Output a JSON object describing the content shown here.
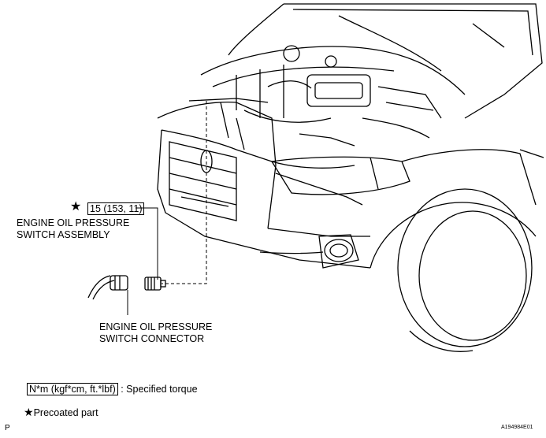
{
  "callouts": {
    "torque_value": "15 (153, 11)",
    "star_glyph": "★",
    "assembly_label_line1": "ENGINE OIL PRESSURE",
    "assembly_label_line2": "SWITCH ASSEMBLY",
    "connector_label_line1": "ENGINE OIL PRESSURE",
    "connector_label_line2": "SWITCH CONNECTOR"
  },
  "legend": {
    "torque_unit_box": "N*m (kgf*cm, ft.*lbf)",
    "torque_unit_text": ": Specified torque",
    "star_glyph": "★",
    "precoated_text": "Precoated part"
  },
  "footer": {
    "page_letter": "P",
    "figure_id": "A194984E01"
  }
}
